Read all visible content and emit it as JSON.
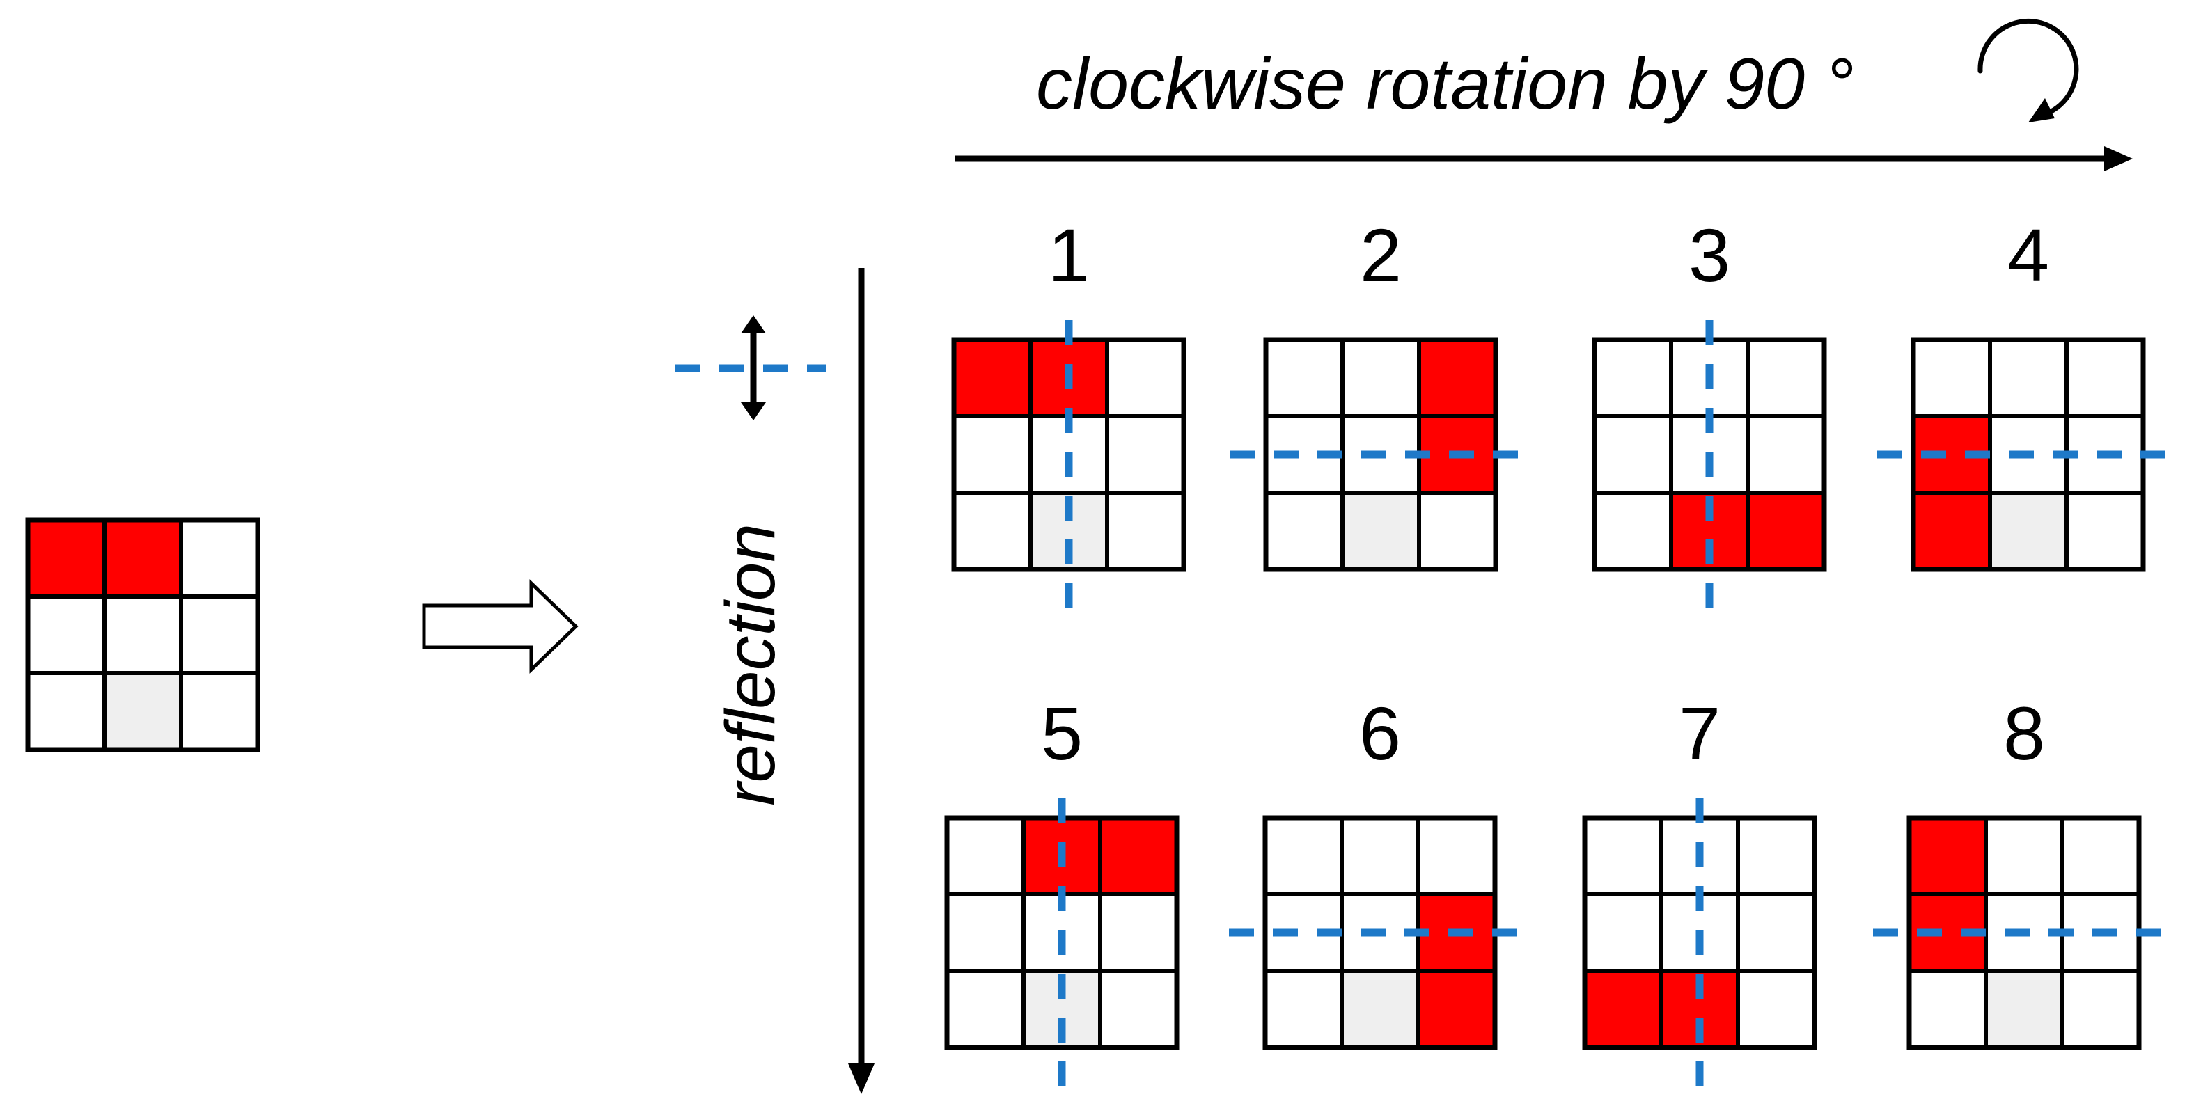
{
  "labels": {
    "title": "clockwise rotation by 90 °",
    "reflection": "reflection"
  },
  "colors": {
    "red": "#FF0000",
    "gray": "#EFEFEF",
    "blue": "#1E79C8",
    "black": "#000000",
    "white": "#FFFFFF"
  },
  "icons": {
    "rotation": "clockwise-rotation-arc-icon",
    "rotation_axis": "right-arrow-icon",
    "reflection_axis": "down-arrow-icon",
    "flip": "vertical-double-arrow-flip-icon",
    "maps_to": "hollow-right-block-arrow-icon"
  },
  "source_grid": {
    "rows": 3,
    "cols": 3,
    "red_cells": [
      [
        0,
        0
      ],
      [
        0,
        1
      ]
    ],
    "gray_cells": [
      [
        2,
        1
      ]
    ]
  },
  "grids": [
    {
      "label": "1",
      "row": 0,
      "col": 0,
      "red_cells": [
        [
          0,
          0
        ],
        [
          0,
          1
        ]
      ],
      "gray_cells": [
        [
          2,
          1
        ]
      ],
      "axis": "vertical"
    },
    {
      "label": "2",
      "row": 0,
      "col": 1,
      "red_cells": [
        [
          0,
          2
        ],
        [
          1,
          2
        ]
      ],
      "gray_cells": [
        [
          2,
          1
        ]
      ],
      "axis": "horizontal"
    },
    {
      "label": "3",
      "row": 0,
      "col": 2,
      "red_cells": [
        [
          2,
          1
        ],
        [
          2,
          2
        ]
      ],
      "gray_cells": [
        [
          2,
          1
        ]
      ],
      "axis": "vertical"
    },
    {
      "label": "4",
      "row": 0,
      "col": 3,
      "red_cells": [
        [
          1,
          0
        ],
        [
          2,
          0
        ]
      ],
      "gray_cells": [
        [
          2,
          1
        ]
      ],
      "axis": "horizontal"
    },
    {
      "label": "5",
      "row": 1,
      "col": 0,
      "red_cells": [
        [
          0,
          1
        ],
        [
          0,
          2
        ]
      ],
      "gray_cells": [
        [
          2,
          1
        ]
      ],
      "axis": "vertical"
    },
    {
      "label": "6",
      "row": 1,
      "col": 1,
      "red_cells": [
        [
          1,
          2
        ],
        [
          2,
          2
        ]
      ],
      "gray_cells": [
        [
          2,
          1
        ]
      ],
      "axis": "horizontal"
    },
    {
      "label": "7",
      "row": 1,
      "col": 2,
      "red_cells": [
        [
          2,
          0
        ],
        [
          2,
          1
        ]
      ],
      "gray_cells": [
        [
          2,
          1
        ]
      ],
      "axis": "vertical"
    },
    {
      "label": "8",
      "row": 1,
      "col": 3,
      "red_cells": [
        [
          0,
          0
        ],
        [
          1,
          0
        ]
      ],
      "gray_cells": [
        [
          2,
          1
        ]
      ],
      "axis": "horizontal"
    }
  ]
}
